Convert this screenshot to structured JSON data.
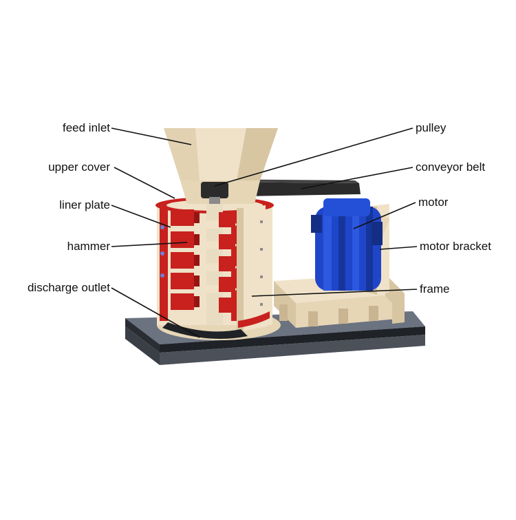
{
  "labels": {
    "feed_inlet": "feed inlet",
    "upper_cover": "upper cover",
    "liner_plate": "liner plate",
    "hammer": "hammer",
    "discharge_outlet": "discharge outlet",
    "pulley": "pulley",
    "conveyor_belt": "conveyor belt",
    "motor": "motor",
    "motor_bracket": "motor bracket",
    "frame": "frame"
  },
  "colors": {
    "cream": "#efe2c8",
    "cream_shade": "#d8c6a3",
    "red": "#c8211e",
    "red_dark": "#951512",
    "motor_blue": "#1f46c9",
    "motor_dark": "#142e86",
    "base_grey": "#5d6470",
    "base_dark": "#24272d",
    "belt": "#2b2b2b"
  }
}
